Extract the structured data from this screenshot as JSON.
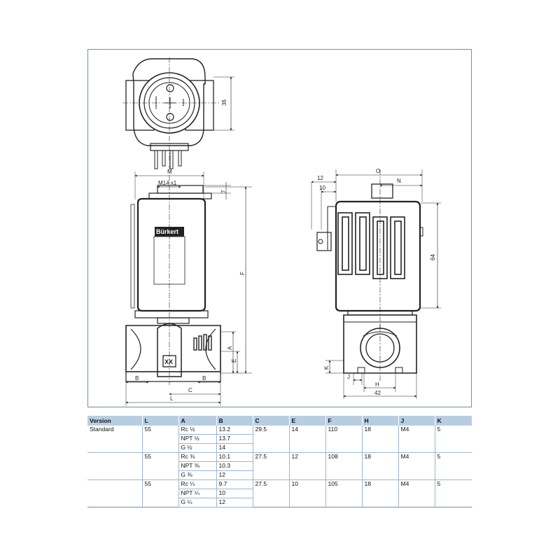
{
  "drawing": {
    "brand": "Bürkert",
    "marking": "XX",
    "dim_36": "36",
    "dim_M": "M",
    "dim_M14": "M14 x1",
    "dim_7": "7",
    "dim_F": "F",
    "dim_A": "A",
    "dim_E": "E",
    "dim_B_left": "B",
    "dim_B_right": "B",
    "dim_C": "C",
    "dim_L": "L",
    "dim_O": "O",
    "dim_N": "N",
    "dim_12": "12",
    "dim_10": "10",
    "dim_64": "64",
    "dim_K": "K",
    "dim_J": "J",
    "dim_H": "H",
    "dim_42": "42"
  },
  "table": {
    "headers": [
      "Version",
      "L",
      "A",
      "B",
      "C",
      "E",
      "F",
      "H",
      "J",
      "K"
    ],
    "groups": [
      {
        "version": "Standard",
        "L": "55",
        "C": "29.5",
        "E": "14",
        "F": "110",
        "H": "18",
        "J": "M4",
        "K": "5",
        "rows": [
          {
            "A": "Rc ½",
            "B": "13.2"
          },
          {
            "A": "NPT ½",
            "B": "13.7"
          },
          {
            "A": "G ½",
            "B": "14"
          }
        ]
      },
      {
        "version": "",
        "L": "55",
        "C": "27.5",
        "E": "12",
        "F": "108",
        "H": "18",
        "J": "M4",
        "K": "5",
        "rows": [
          {
            "A": "Rc ⅜",
            "B": "10.1"
          },
          {
            "A": "NPT ⅜",
            "B": "10.3"
          },
          {
            "A": "G ⅜",
            "B": "12"
          }
        ]
      },
      {
        "version": "",
        "L": "55",
        "C": "27.5",
        "E": "10",
        "F": "105",
        "H": "18",
        "J": "M4",
        "K": "5",
        "rows": [
          {
            "A": "Rc ¼",
            "B": "9.7"
          },
          {
            "A": "NPT ¼",
            "B": "10"
          },
          {
            "A": "G ¼",
            "B": "12"
          }
        ]
      }
    ]
  }
}
